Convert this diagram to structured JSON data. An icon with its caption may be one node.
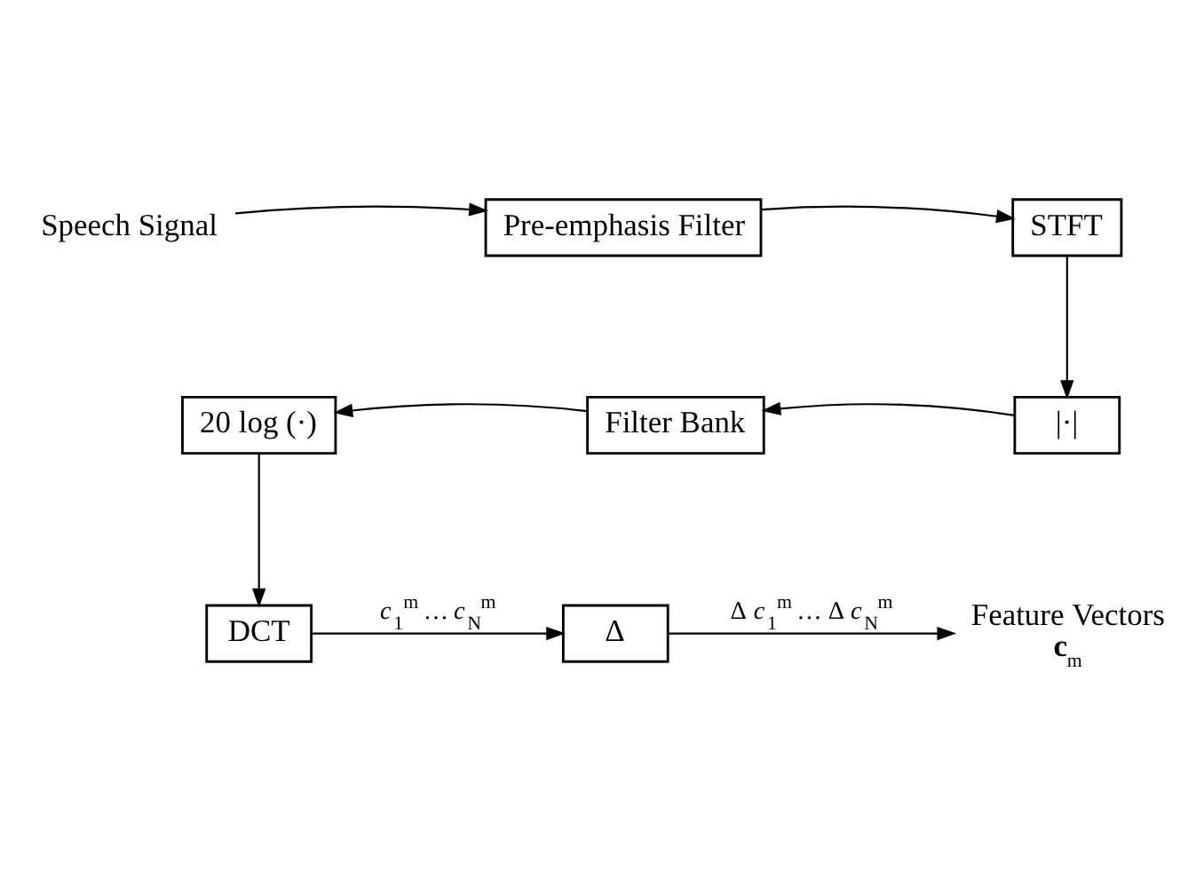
{
  "diagram": {
    "nodes": [
      {
        "text": [
          "Speech Signal"
        ]
      },
      {
        "text": [
          "Pre-emphasis Filter"
        ]
      },
      {
        "text": [
          "STFT"
        ]
      },
      {
        "text": [
          "|·|"
        ]
      },
      {
        "text": [
          "Filter Bank"
        ]
      },
      {
        "text": [
          "20 log (·)"
        ]
      },
      {
        "text": [
          "DCT"
        ]
      },
      {
        "text": [
          "Δ"
        ]
      },
      {
        "text": [
          "Feature Vectors",
          "**c**$_{m}$"
        ]
      }
    ],
    "edges": [
      {
        "from": 0,
        "to": 1,
        "arrow": "to"
      },
      {
        "from": 1,
        "to": 2,
        "arrow": "to"
      },
      {
        "from": 2,
        "to": 3,
        "arrow": "to"
      },
      {
        "from": 3,
        "to": 4,
        "arrow": "to"
      },
      {
        "from": 4,
        "to": 5,
        "arrow": "to"
      },
      {
        "from": 5,
        "to": 6,
        "arrow": "to"
      },
      {
        "from": 6,
        "to": 7,
        "arrow": "to",
        "label": "*c*$_{1}$$^{m}$ … *c*$_{N}$$^{m}$"
      },
      {
        "from": 7,
        "to": 8,
        "arrow": "to",
        "label": "Δ *c*$_{1}$$^{m}$ … Δ *c*$_{N}$$^{m}$"
      }
    ]
  }
}
